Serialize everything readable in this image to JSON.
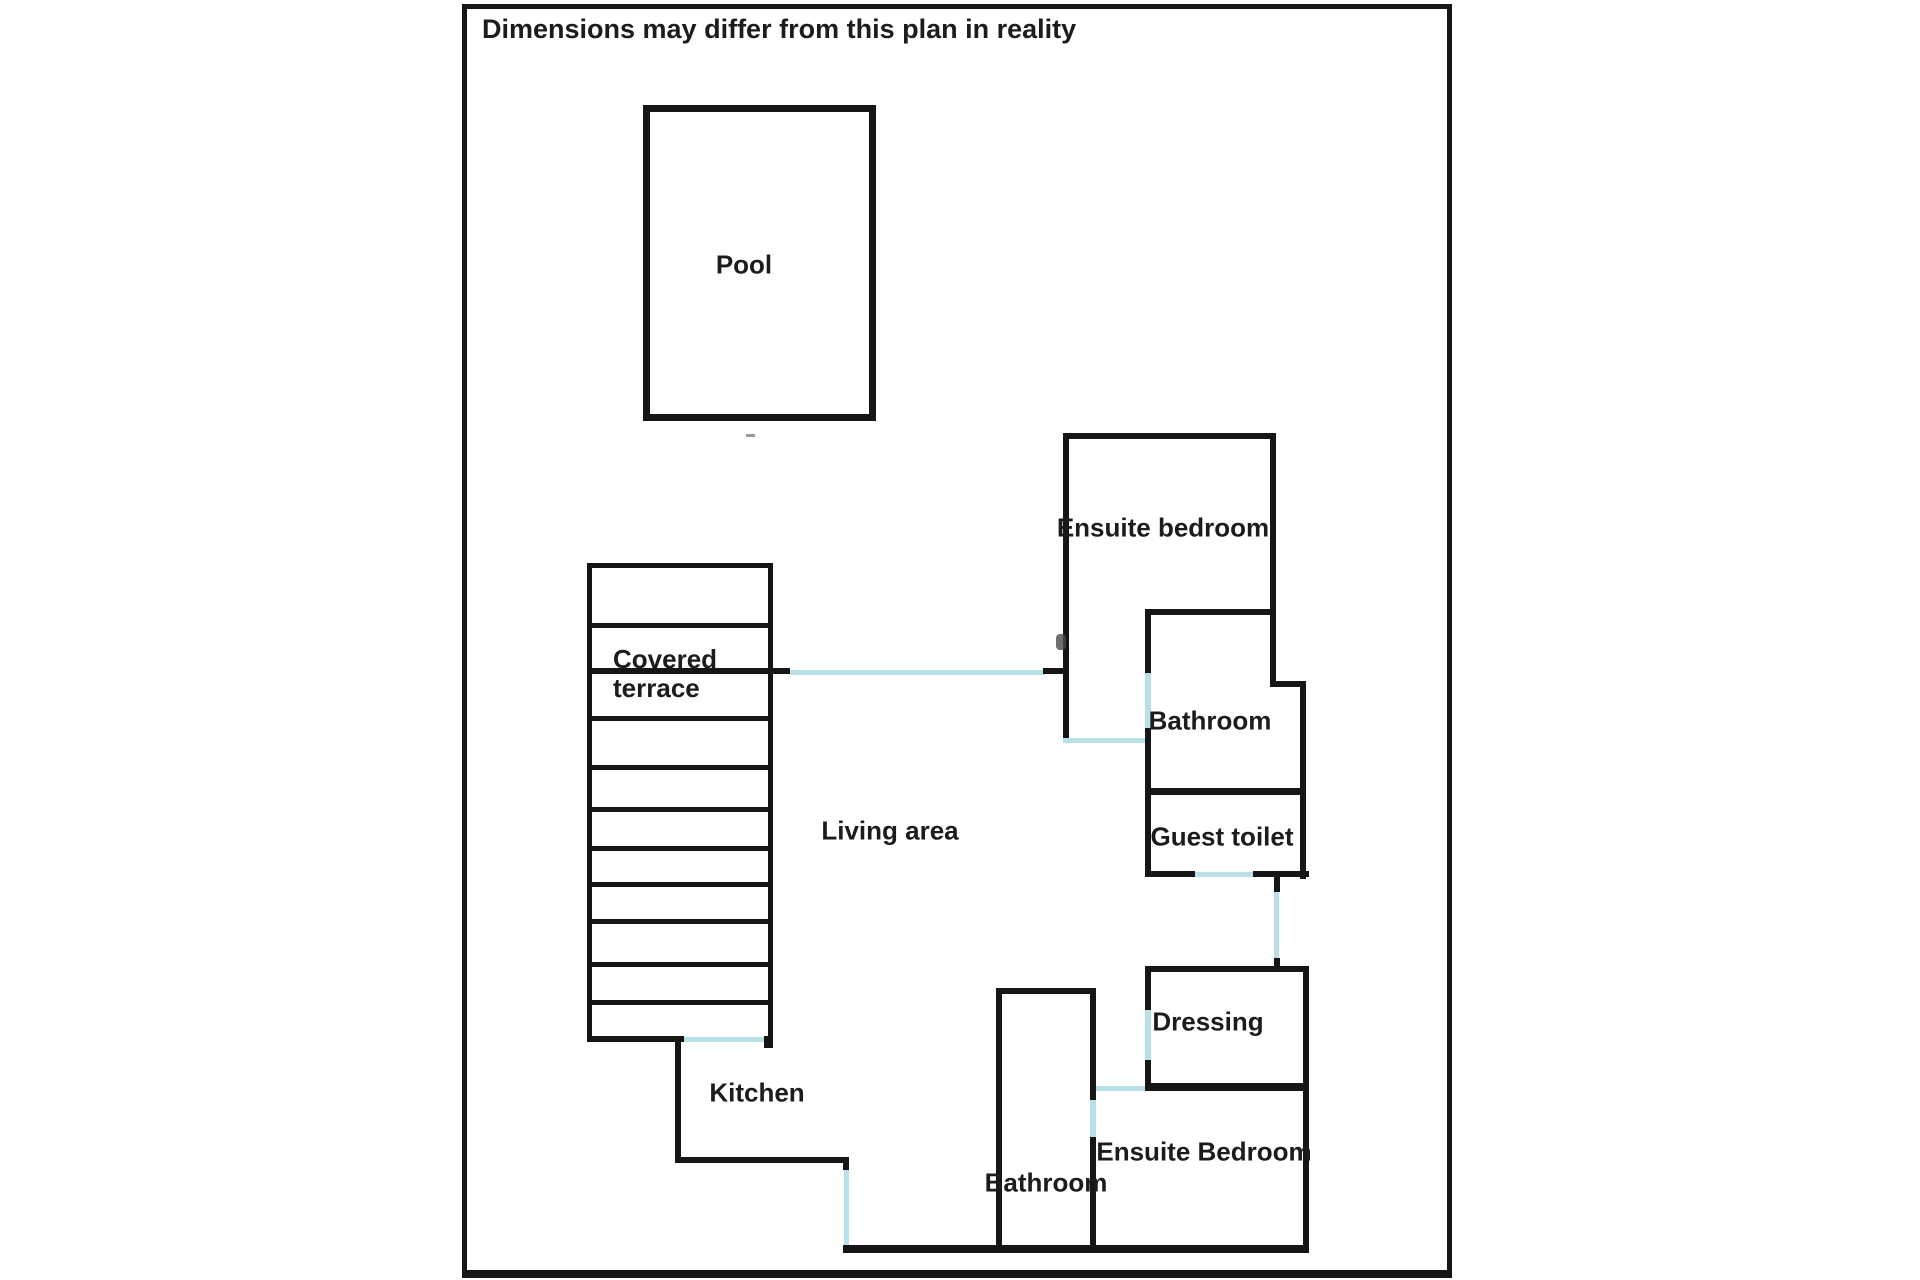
{
  "plan": {
    "disclaimer": "Dimensions may differ from this plan in reality",
    "colors": {
      "wall": "#161616",
      "door_opening": "#b9dfe7",
      "text": "#1c1c1c",
      "background": "#ffffff"
    },
    "rooms": {
      "pool": "Pool",
      "covered_terrace_line1": "Covered",
      "covered_terrace_line2": "terrace",
      "living_area": "Living area",
      "ensuite_bedroom_top": "Ensuite bedroom",
      "bathroom_top": "Bathroom",
      "guest_toilet": "Guest toilet",
      "dressing": "Dressing",
      "kitchen": "Kitchen",
      "bathroom_bottom": "Bathroom",
      "ensuite_bedroom_bottom": "Ensuite Bedroom"
    }
  }
}
